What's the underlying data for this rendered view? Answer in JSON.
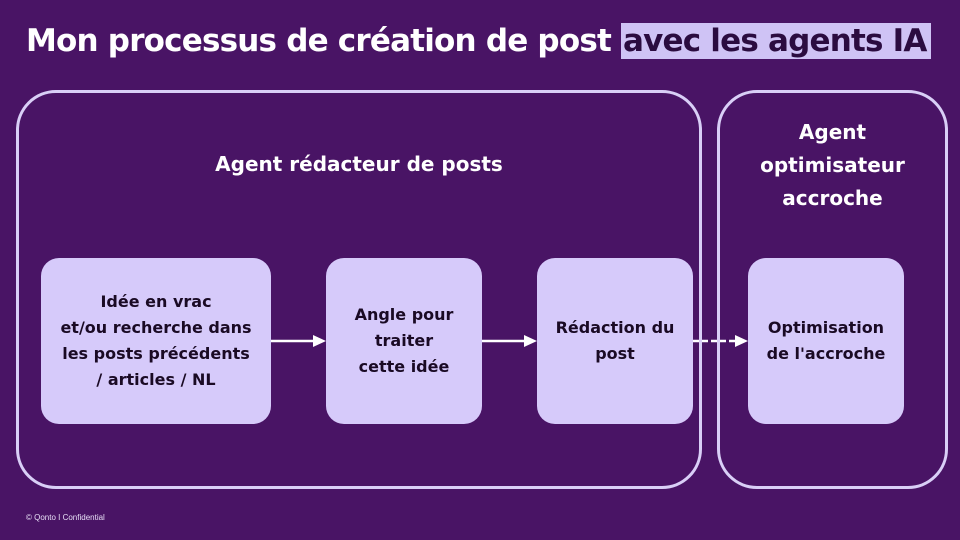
{
  "title": {
    "main": "Mon processus de création de post ",
    "highlight": "avec les agents IA"
  },
  "groups": [
    {
      "label": "Agent rédacteur de posts"
    },
    {
      "label": "Agent\noptimisateur\naccroche"
    }
  ],
  "nodes": [
    {
      "label": "Idée en vrac\net/ou recherche dans\nles posts précédents\n/ articles / NL"
    },
    {
      "label": "Angle pour\ntraiter\ncette idée"
    },
    {
      "label": "Rédaction du\npost"
    },
    {
      "label": "Optimisation\nde l'accroche"
    }
  ],
  "footer": "© Qonto I Confidential",
  "colors": {
    "background": "#491465",
    "node_fill": "#d6cafa",
    "highlight": "#cfc3f5",
    "border": "#d9cff7"
  }
}
